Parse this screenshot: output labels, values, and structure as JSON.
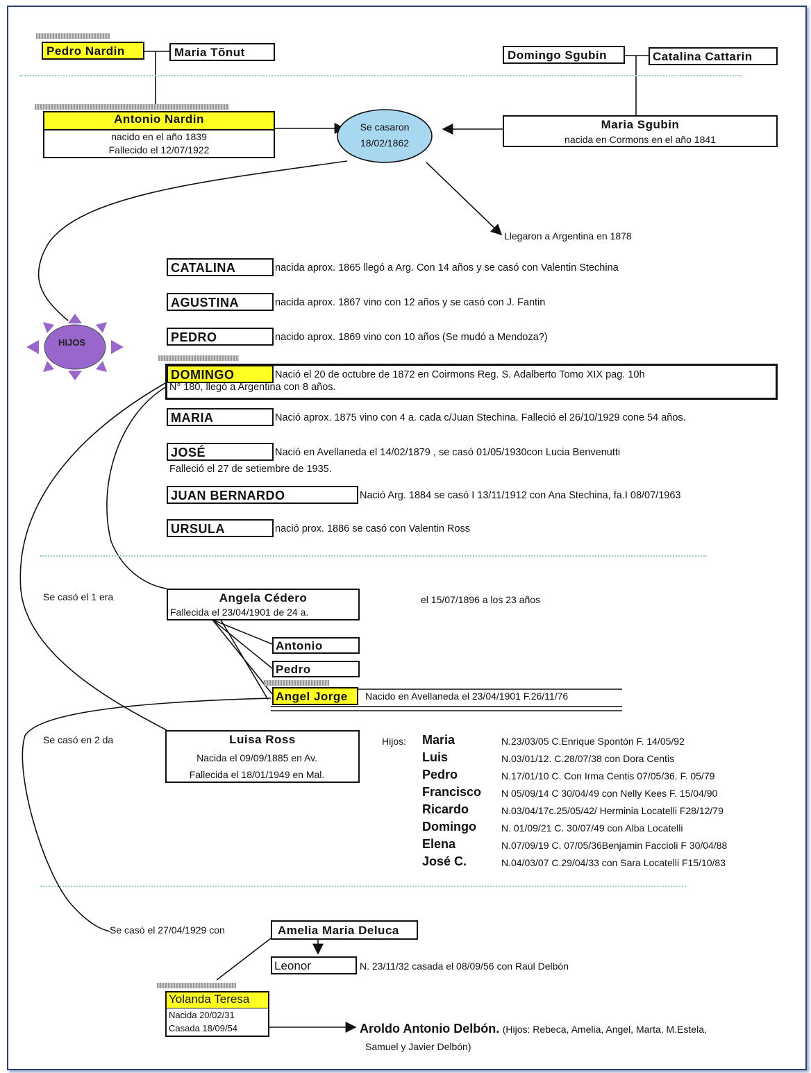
{
  "top": {
    "pedro": "Pedro Nardin",
    "maria_t": "Maria Tõnut",
    "domingo_s": "Domingo Sgubin",
    "catalina_c": "Catalina  Cattarin",
    "antonio": {
      "name": "Antonio Nardin",
      "l1": "nacido en el año 1839",
      "l2": "Fallecido el 12/07/1922"
    },
    "maria_s": {
      "name": "Maria Sgubin",
      "l1": "nacida en Cormons en el año 1841"
    },
    "married": {
      "l1": "Se casaron",
      "l2": "18/02/1862"
    },
    "arrived": "Llegaron a Argentina en 1878",
    "hijos": "HIJOS"
  },
  "children": [
    {
      "name": "CATALINA",
      "text": "nacida aprox. 1865 llegó a Arg. Con 14 años y se casó con Valentin Stechina"
    },
    {
      "name": "AGUSTINA",
      "text": "nacida aprox.  1867 vino con 12 años y se casó con J. Fantin"
    },
    {
      "name": "PEDRO",
      "text": "nacido aprox. 1869 vino con 10 años (Se mudó a Mendoza?)"
    },
    {
      "name": "DOMINGO",
      "text": "Nació el 20 de octubre de 1872 en Coirmons Reg. S. Adalberto Tomo XIX pag. 10h",
      "text2": "N° 180, llegó a Argentina con 8 años."
    },
    {
      "name": "MARIA",
      "text": "Nació aprox. 1875 vino con 4 a. cada c/Juan Stechina. Falleció el 26/10/1929 cone 54 años."
    },
    {
      "name": "JOSÉ",
      "text": "Nació en Avellaneda el 14/02/1879 , se casó 01/05/1930con Lucia Benvenutti",
      "text2": "Falleció el 27 de setiembre de 1935."
    },
    {
      "name": "JUAN BERNARDO",
      "text": "Nació  Arg. 1884 se casó  I 13/11/1912 con Ana Stechina, fa.I 08/07/1963"
    },
    {
      "name": "URSULA",
      "text": "nació prox. 1886 se casó con Valentin Ross"
    }
  ],
  "first": {
    "label": "Se casó el 1 era",
    "name": "Angela Cédero",
    "died": "Fallecida el 23/04/1901 de 24 a.",
    "date": "el 15/07/1896 a los 23 años",
    "kids": [
      "Antonio",
      "Pedro",
      "Angel Jorge"
    ],
    "angel_text": "Nacido en Avellaneda el 23/04/1901 F.26/11/76"
  },
  "second": {
    "label": "Se casó en 2 da",
    "name": "Luisa Ross",
    "l1": "Nacida el 09/09/1885 en Av.",
    "l2": "Fallecida el 18/01/1949 en Mal.",
    "hijos_label": "Hijos:",
    "kids": [
      {
        "name": "Maria",
        "text": "N.23/03/05 C.Enrique Spontón F. 14/05/92"
      },
      {
        "name": "Luis",
        "text": "N.03/01/12. C.28/07/38 con Dora Centis"
      },
      {
        "name": "Pedro",
        "text": "N.17/01/10 C. Con Irma Centis 07/05/36. F. 05/79"
      },
      {
        "name": "Francisco",
        "text": "N 05/09/14 C 30/04/49 con Nelly Kees F. 15/04/90"
      },
      {
        "name": "Ricardo",
        "text": "N.03/04/17c.25/05/42/ Herminia Locatelli F28/12/79"
      },
      {
        "name": "Domingo",
        "text": "N. 01/09/21 C. 30/07/49 con Alba Locatelli"
      },
      {
        "name": "Elena",
        "text": "N.07/09/19 C. 07/05/36Benjamin Faccioli F 30/04/88"
      },
      {
        "name": "José C.",
        "text": "N.04/03/07 C.29/04/33 con Sara Locatelli F15/10/83"
      }
    ]
  },
  "third": {
    "label": "Se casó el 27/04/1929 con",
    "name": "Amelia Maria Deluca",
    "leonor": "Leonor",
    "leonor_text": "N. 23/11/32 casada el 08/09/56 con Raúl Delbón",
    "yolanda": "Yolanda Teresa",
    "y1": "Nacida 20/02/31",
    "y2": "Casada 18/09/54",
    "aroldo": "Aroldo Antonio Delbón.",
    "aroldo_kids": "(Hijos: Rebeca, Amelia, Angel, Marta, M.Estela,",
    "aroldo_kids2": "Samuel y Javier Delbón)"
  },
  "colors": {
    "highlight": "#ffff22",
    "ellipse": "#a8d8f0",
    "star": "#9966cc",
    "frame": "#2b3f7a"
  }
}
